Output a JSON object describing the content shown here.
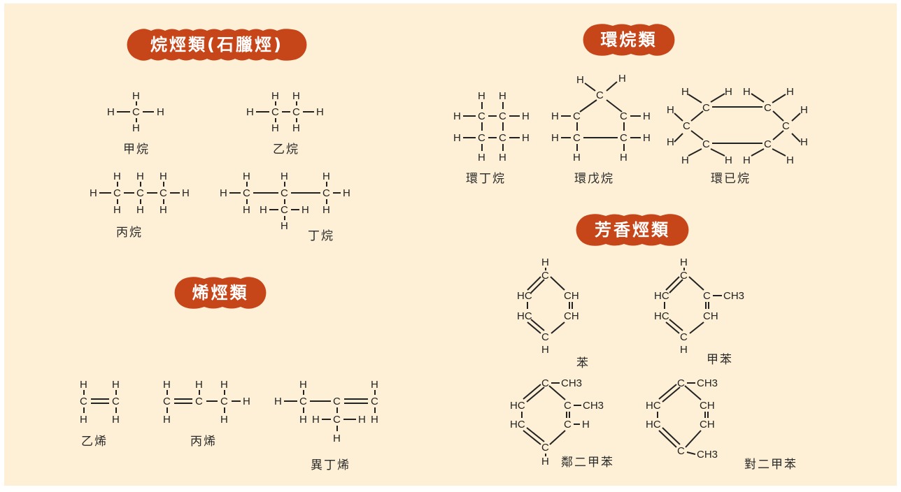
{
  "sections": {
    "alkanes": "烷烴類(石臘烴)",
    "cycloalkanes": "環烷類",
    "alkenes": "烯烴類",
    "aromatics": "芳香烴類"
  },
  "atoms": {
    "H": "H",
    "C": "C",
    "CH": "CH",
    "CH3": "CH3",
    "HC": "HC"
  },
  "alkanes": {
    "methane": "甲烷",
    "ethane": "乙烷",
    "propane": "丙烷",
    "butane": "丁烷"
  },
  "cycloalkanes": {
    "cyclobutane": "環丁烷",
    "cyclopentane": "環戊烷",
    "cyclohexane": "環已烷"
  },
  "alkenes": {
    "ethylene": "乙烯",
    "propylene": "丙烯",
    "isobutylene": "異丁烯"
  },
  "aromatics": {
    "benzene": "苯",
    "toluene": "甲苯",
    "o_xylene": "鄰二甲苯",
    "p_xylene": "對二甲苯"
  },
  "colors": {
    "badge": "#c6461a",
    "background": "#fdf0d6"
  }
}
